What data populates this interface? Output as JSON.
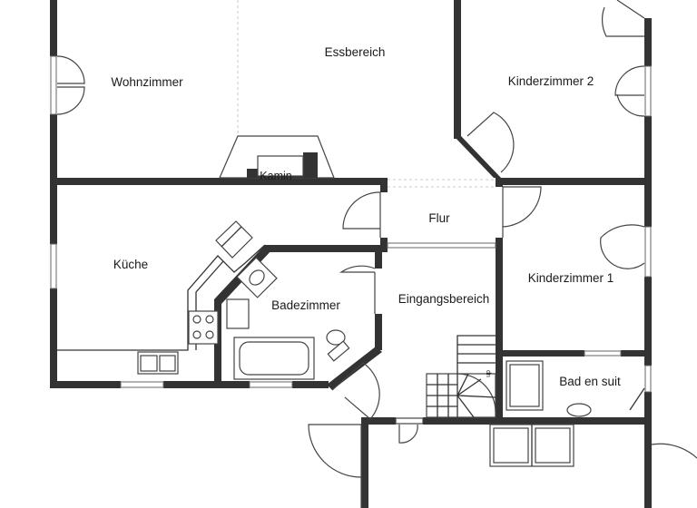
{
  "rooms": {
    "wohnzimmer": "Wohnzimmer",
    "essbereich": "Essbereich",
    "kinderzimmer2": "Kinderzimmer 2",
    "kamin": "Kamin",
    "flur": "Flur",
    "kueche": "Küche",
    "badezimmer": "Badezimmer",
    "eingangsbereich": "Eingangsbereich",
    "kinderzimmer1": "Kinderzimmer 1",
    "bad_en_suit": "Bad en suit"
  },
  "stairs": {
    "label": "up"
  },
  "colors": {
    "wall": "#333333",
    "fixture_stroke": "#444444",
    "background": "#ffffff"
  }
}
